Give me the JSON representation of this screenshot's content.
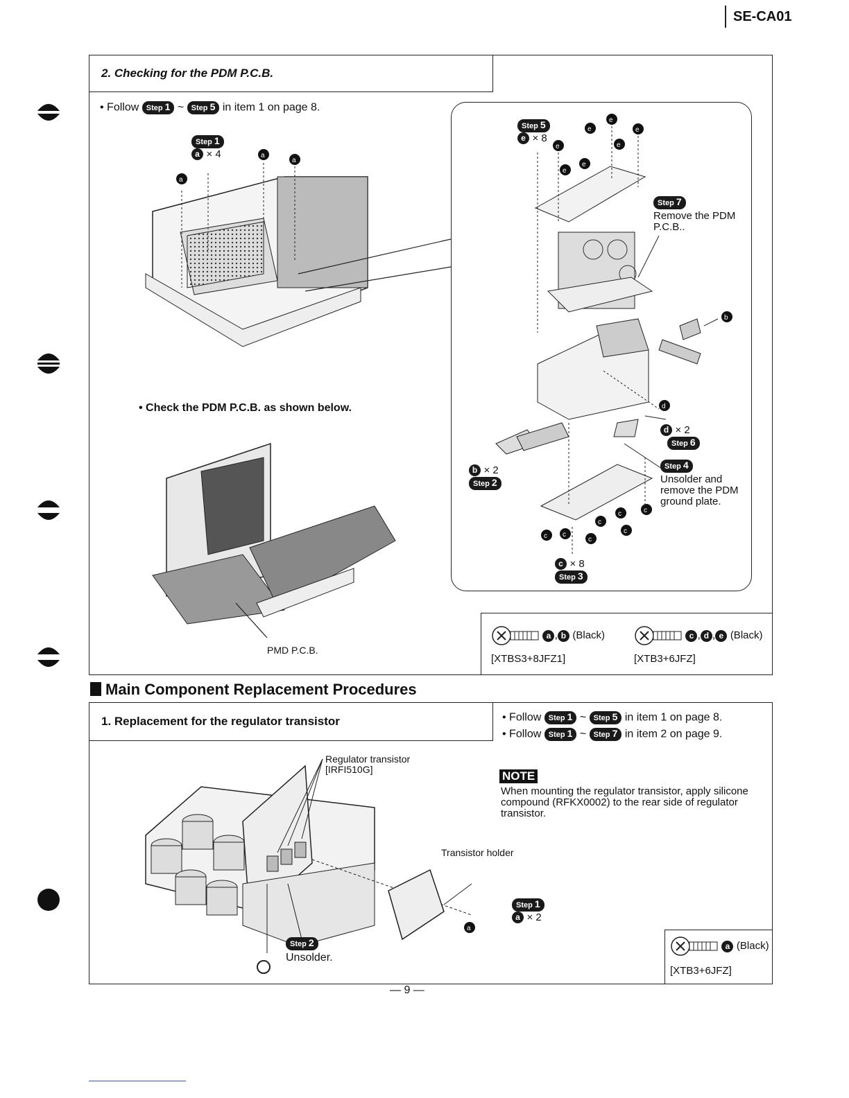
{
  "header": {
    "model": "SE-CA01"
  },
  "section_pdm": {
    "title": "2. Checking for the PDM P.C.B.",
    "follow_prefix": "• Follow",
    "follow_step_from": "1",
    "follow_step_to": "5",
    "follow_suffix": "in item 1 on page 8.",
    "check_text": "• Check the PDM P.C.B. as shown below.",
    "pcb_label": "PMD P.C.B.",
    "step1_count": "× 4",
    "exploded": {
      "step5_count": "× 8",
      "step7_text": "Remove the PDM P.C.B..",
      "step6_count": "× 2",
      "step4_text": "Unsolder and remove the PDM ground plate.",
      "step2_count": "× 2",
      "step3_count": "× 8"
    },
    "screws": [
      {
        "letters": "a, b",
        "color": "(Black)",
        "part": "[XTBS3+8JFZ1]"
      },
      {
        "letters": "c, d, e",
        "color": "(Black)",
        "part": "[XTB3+6JFZ]"
      }
    ]
  },
  "main_heading": "Main Component Replacement Procedures",
  "section_reg": {
    "title": "1. Replacement for the regulator transistor",
    "follow1_prefix": "• Follow",
    "follow1_from": "1",
    "follow1_to": "5",
    "follow1_suffix": "in item 1 on page 8.",
    "follow2_prefix": "• Follow",
    "follow2_from": "1",
    "follow2_to": "7",
    "follow2_suffix": "in item 2 on page 9.",
    "note_label": "NOTE",
    "note_text": "When mounting the regulator transistor, apply silicone compound (RFKX0002) to the rear side of regulator transistor.",
    "reg_label": "Regulator transistor",
    "reg_part": "[IRFI510G]",
    "holder_label": "Transistor holder",
    "step1_count": "× 2",
    "step2_text": "Unsolder.",
    "screw": {
      "letter": "a",
      "color": "(Black)",
      "part": "[XTB3+6JFZ]"
    }
  },
  "footer": {
    "page": "— 9 —"
  }
}
